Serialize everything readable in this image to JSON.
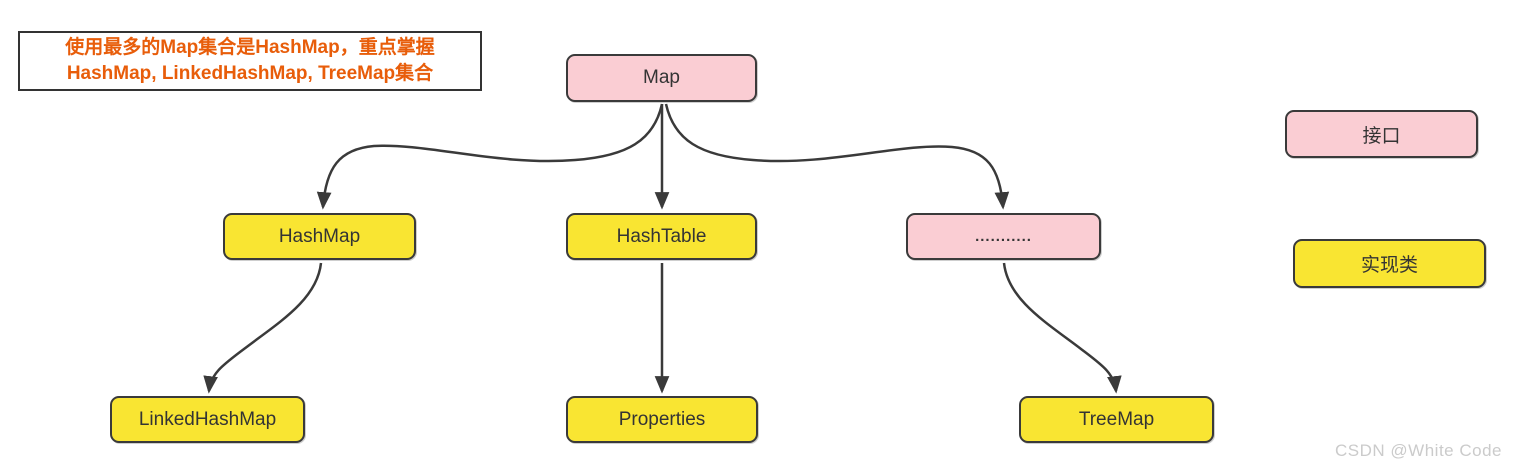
{
  "note": {
    "line1": "使用最多的Map集合是HashMap，重点掌握",
    "line2": "HashMap, LinkedHashMap, TreeMap集合"
  },
  "diagram": {
    "nodes": {
      "map": {
        "label": "Map",
        "type": "interface"
      },
      "hashmap": {
        "label": "HashMap",
        "type": "class"
      },
      "hashtable": {
        "label": "HashTable",
        "type": "class"
      },
      "others": {
        "label": "...........",
        "type": "interface"
      },
      "linkedhashmap": {
        "label": "LinkedHashMap",
        "type": "class"
      },
      "properties": {
        "label": "Properties",
        "type": "class"
      },
      "treemap": {
        "label": "TreeMap",
        "type": "class"
      }
    },
    "edges": [
      {
        "from": "map",
        "to": "hashmap"
      },
      {
        "from": "map",
        "to": "hashtable"
      },
      {
        "from": "map",
        "to": "others"
      },
      {
        "from": "hashmap",
        "to": "linkedhashmap"
      },
      {
        "from": "hashtable",
        "to": "properties"
      },
      {
        "from": "others",
        "to": "treemap"
      }
    ]
  },
  "legend": {
    "items": [
      {
        "label": "接口",
        "type": "interface"
      },
      {
        "label": "实现类",
        "type": "class"
      }
    ]
  },
  "watermark": "CSDN @White Code",
  "colors": {
    "interface_fill": "#facdd3",
    "class_fill": "#f9e532",
    "border_color": "#3a3a3a",
    "edge_color": "#3a3a3a",
    "note_text": "#e85d0a",
    "watermark_color": "#cbcbcb"
  }
}
